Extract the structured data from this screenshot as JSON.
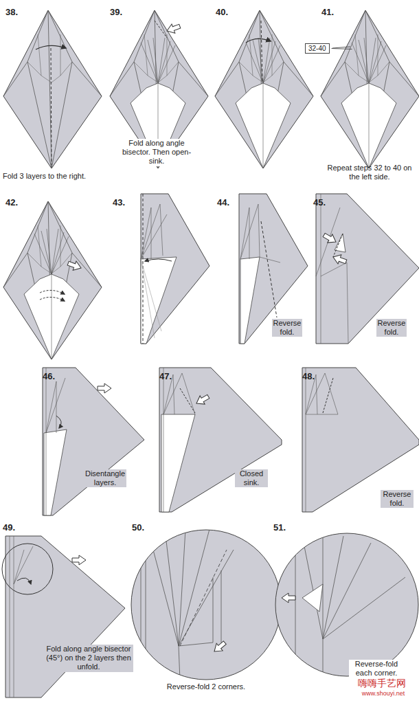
{
  "diagram": {
    "nodes": [
      {
        "text": [
          "32-40"
        ]
      }
    ],
    "labels": [
      "38.",
      "39.",
      "40.",
      "41.",
      "Fold 3 layers to the right.",
      "Fold along angle bisector. Then open-sink.",
      "Repeat steps 32 to 40 on the left side.",
      "42.",
      "43.",
      "44.",
      "45.",
      "Reverse fold.",
      "Reverse fold.",
      "46.",
      "47.",
      "48.",
      "Disentangle layers.",
      "Closed sink.",
      "Reverse fold.",
      "49.",
      "50.",
      "51.",
      "Fold along angle bisector (45°) on the 2 layers then unfold.",
      "Reverse-fold 2 corners.",
      "Reverse-fold each corner.",
      "嗨嗨手艺网",
      "www.shouyi.net"
    ]
  }
}
